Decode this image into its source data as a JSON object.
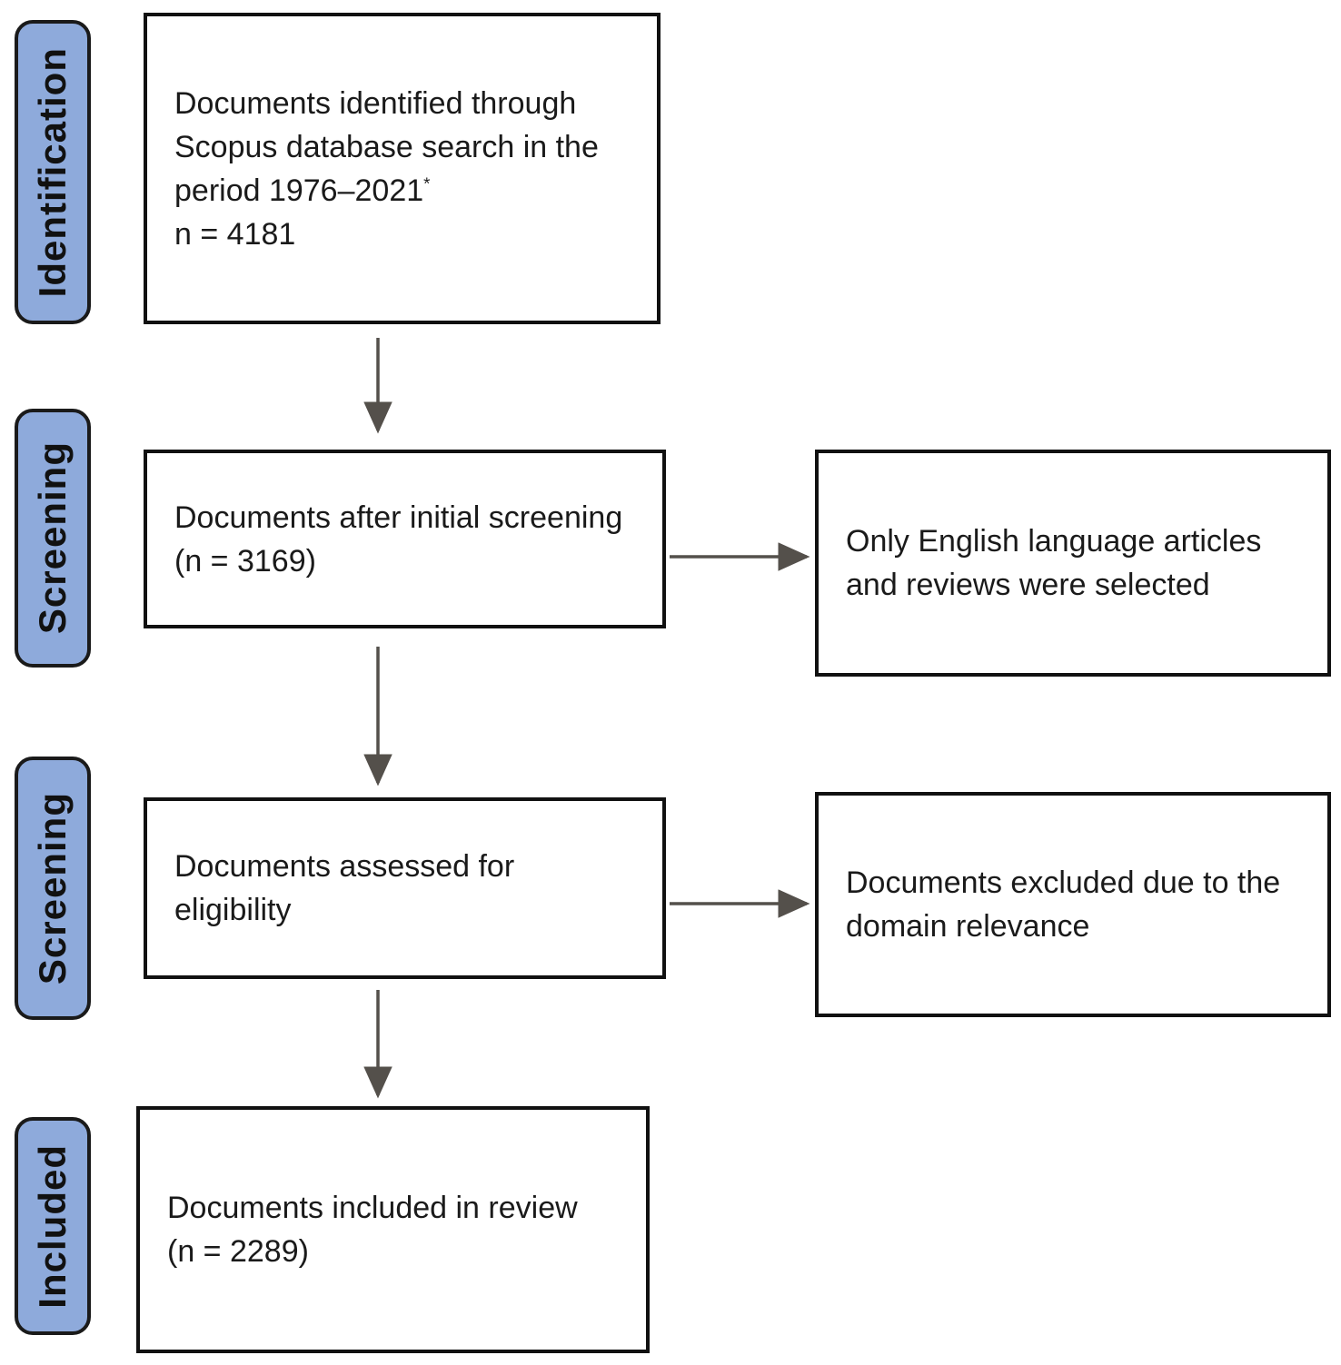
{
  "colors": {
    "stage_fill": "#8EAADB",
    "stage_border": "#1a1a1a",
    "box_border": "#111111",
    "arrow_color": "#54504B",
    "text_color": "#1a1a1a"
  },
  "stages": [
    {
      "label": "Identification"
    },
    {
      "label": "Screening"
    },
    {
      "label": "Screening"
    },
    {
      "label": "Included"
    }
  ],
  "flow": {
    "identified": {
      "line1": "Documents identified through",
      "line2": "Scopus database search in the",
      "line3": "period 1976–2021",
      "line3_sup": "*",
      "line4": "n = 4181"
    },
    "screened": {
      "line1": "Documents after initial screening",
      "line2": "(n = 3169)"
    },
    "assessed": {
      "line1": "Documents assessed for",
      "line2": "eligibility"
    },
    "included": {
      "line1": "Documents included in review",
      "line2": "(n = 2289)"
    }
  },
  "side_notes": {
    "language": {
      "line1": "Only English language articles",
      "line2": "and reviews were selected"
    },
    "excluded": {
      "line1": "Documents excluded due to the",
      "line2": "domain relevance"
    }
  },
  "counts": {
    "identified": 4181,
    "after_initial_screening": 3169,
    "included_in_review": 2289
  }
}
